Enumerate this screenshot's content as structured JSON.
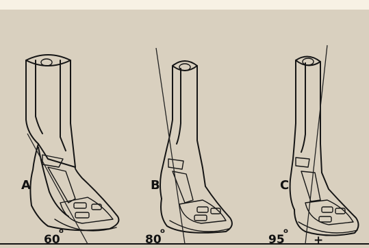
{
  "panels": [
    {
      "letter": "A",
      "angle_text": "60",
      "degree_symbol": "o"
    },
    {
      "letter": "B",
      "angle_text": "80",
      "degree_symbol": "o"
    },
    {
      "letter": "C",
      "angle_text": "95",
      "degree_symbol": "o",
      "extra_mark": "+"
    }
  ],
  "colors": {
    "background": "#d9d0bf",
    "top_band": "#f7f1e4",
    "ink": "#151515"
  }
}
